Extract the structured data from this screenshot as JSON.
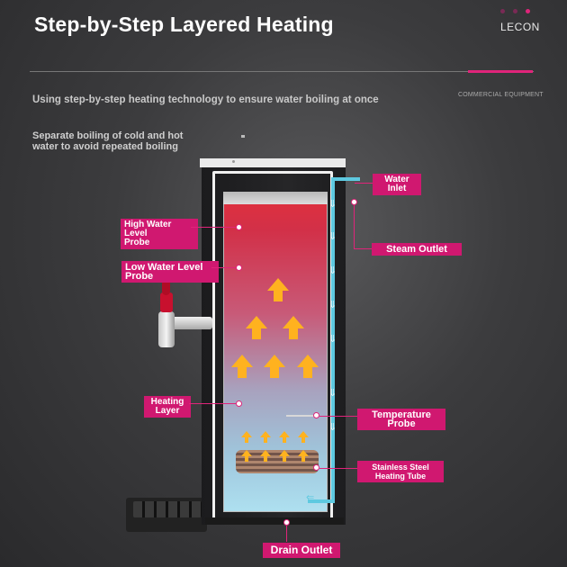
{
  "header": {
    "title": "Step-by-Step Layered Heating",
    "brand": "LECON",
    "tagline": "COMMERCIAL EQUIPMENT"
  },
  "intro": {
    "subtitle": "Using step-by-step heating technology to ensure water boiling at once",
    "note": "Separate boiling of cold and hot\n water to avoid repeated boiling"
  },
  "labels": {
    "water_inlet": "Water\nInlet",
    "steam_outlet": "Steam Outlet",
    "high_probe": "High Water Level\nProbe",
    "low_probe": "Low Water Level\nProbe",
    "heating_layer": "Heating\nLayer",
    "temp_probe": "Temperature\nProbe",
    "heating_tube": "Stainless Steel\nHeating Tube",
    "drain_outlet": "Drain Outlet"
  },
  "colors": {
    "accent": "#d01870",
    "tube": "#5ec9e0",
    "flame": "#ffb21f"
  }
}
